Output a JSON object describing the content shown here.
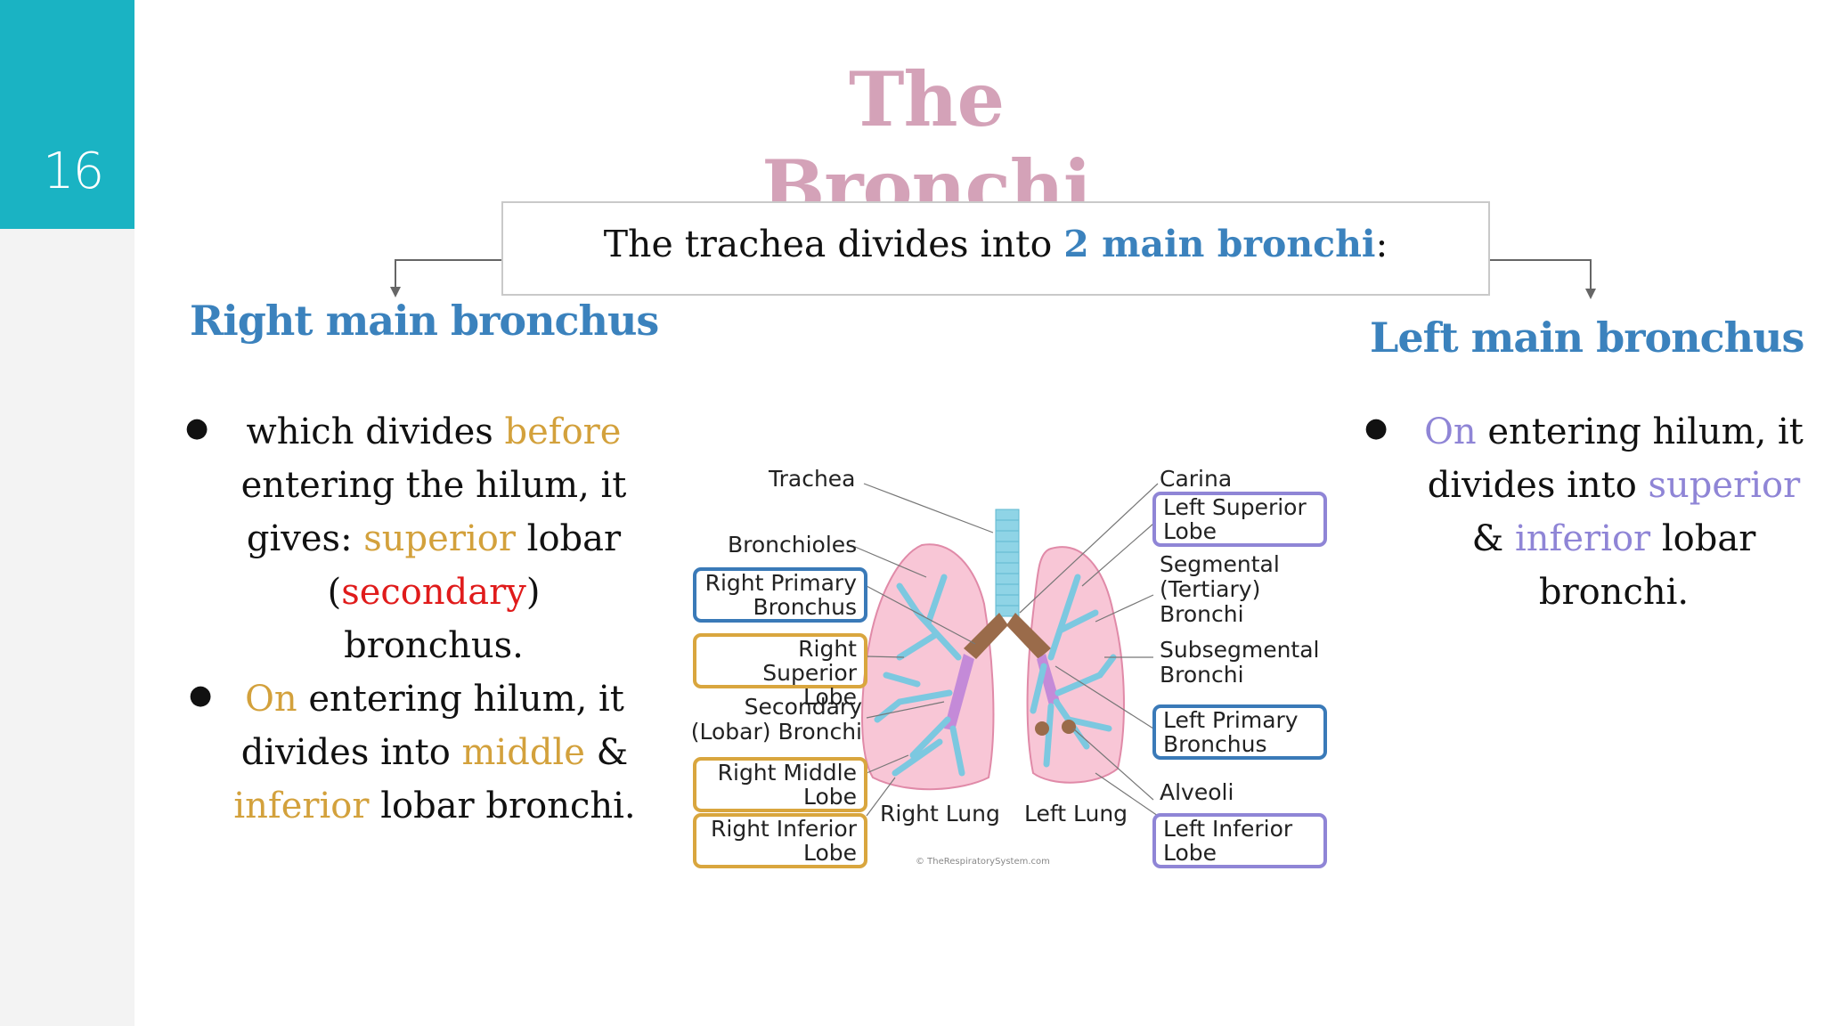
{
  "slide": {
    "page_number": "16",
    "title": "The Bronchi",
    "intro": {
      "before": "The trachea divides into ",
      "highlight": "2 main bronchi",
      "after": ":"
    }
  },
  "right_section": {
    "heading": "Right main bronchus",
    "bullet1": {
      "t1": "which divides  ",
      "t2": "before",
      "t3": " entering the  hilum, it gives: ",
      "t4": "superior",
      "t5": " lobar (",
      "t6": "secondary",
      "t7": ") bronchus."
    },
    "bullet2": {
      "t1": "On",
      "t2": " entering hilum, it divides into  ",
      "t3": "middle",
      "t4": " & ",
      "t5": "inferior",
      "t6": " lobar bronchi."
    }
  },
  "left_section": {
    "heading": "Left main bronchus",
    "bullet1": {
      "t1": "On",
      "t2": " entering hilum, it divides into ",
      "t3": "superior",
      "t4": " & ",
      "t5": "inferior",
      "t6": " lobar bronchi."
    }
  },
  "diagram": {
    "labels_left": {
      "trachea": "Trachea",
      "bronchioles": "Bronchioles",
      "right_primary_1": "Right Primary",
      "right_primary_2": "Bronchus",
      "right_superior_1": "Right Superior",
      "right_superior_2": "Lobe",
      "secondary_1": "Secondary",
      "secondary_2": "(Lobar) Bronchi",
      "right_middle_1": "Right Middle",
      "right_middle_2": "Lobe",
      "right_inferior_1": "Right Inferior",
      "right_inferior_2": "Lobe"
    },
    "labels_right": {
      "carina": "Carina",
      "left_superior_1": "Left Superior",
      "left_superior_2": "Lobe",
      "segmental_1": "Segmental",
      "segmental_2": "(Tertiary)",
      "segmental_3": "Bronchi",
      "subsegmental_1": "Subsegmental",
      "subsegmental_2": "Bronchi",
      "left_primary_1": "Left Primary",
      "left_primary_2": "Bronchus",
      "alveoli": "Alveoli",
      "left_inferior_1": "Left Inferior",
      "left_inferior_2": "Lobe"
    },
    "lung_labels": {
      "right": "Right Lung",
      "left": "Left Lung"
    },
    "copyright": "© TheRespiratorySystem.com"
  },
  "colors": {
    "teal": "#1ab3c3",
    "title_pink": "#d4a2b8",
    "heading_blue": "#3b82bd",
    "gold": "#d3a13c",
    "red": "#e01b1b",
    "purple": "#8f85d6"
  }
}
